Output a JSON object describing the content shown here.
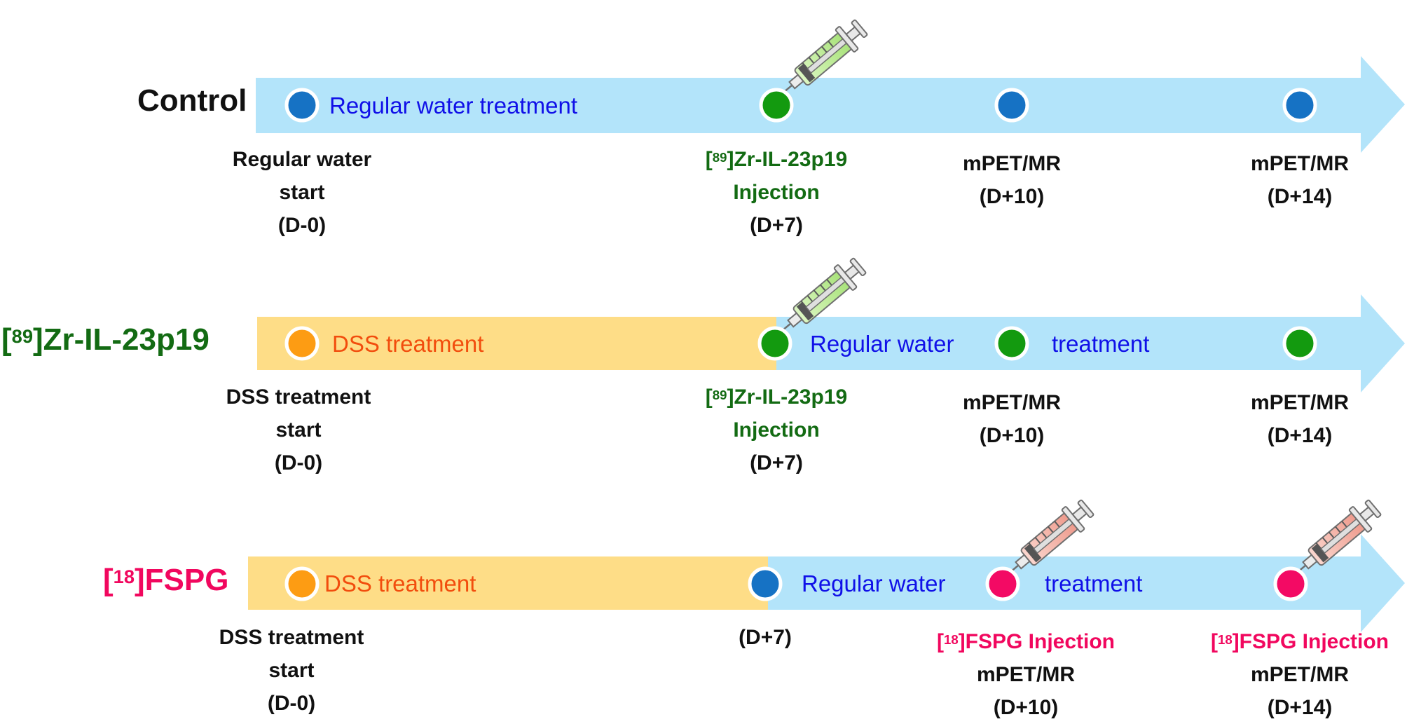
{
  "colors": {
    "water_bar": "#b3e4fa",
    "dss_bar": "#fedd87",
    "blue_dot": "#1672c4",
    "green_dot": "#139a0f",
    "orange_dot": "#fd9c13",
    "pink_dot": "#f30a64",
    "water_text": "#1010e8",
    "dss_text": "#f24d0d",
    "green_text": "#136b13",
    "pink_text": "#f1075e",
    "black_text": "#111111"
  },
  "rows": [
    {
      "label_pre": "Control",
      "label_sup": "",
      "label_post": "",
      "bar_label": "Regular water treatment",
      "events": [
        {
          "lines": [
            "Regular water",
            "start",
            "(D-0)"
          ]
        },
        {
          "sup": "89",
          "pre": "[",
          "post": "]Zr-IL-23p19",
          "lines": [
            "Injection",
            "(D+7)"
          ]
        },
        {
          "lines": [
            "mPET/MR",
            "(D+10)"
          ]
        },
        {
          "lines": [
            "mPET/MR",
            "(D+14)"
          ]
        }
      ]
    },
    {
      "label_pre": "[",
      "label_sup": "89",
      "label_post": "]Zr-IL-23p19",
      "dss_label": "DSS treatment",
      "water_label_1": "Regular water",
      "water_label_2": "treatment",
      "events": [
        {
          "lines": [
            "DSS treatment",
            "start",
            "(D-0)"
          ]
        },
        {
          "sup": "89",
          "pre": "[",
          "post": "]Zr-IL-23p19",
          "lines": [
            "Injection",
            "(D+7)"
          ]
        },
        {
          "lines": [
            "mPET/MR",
            "(D+10)"
          ]
        },
        {
          "lines": [
            "mPET/MR",
            "(D+14)"
          ]
        }
      ]
    },
    {
      "label_pre": "[",
      "label_sup": "18",
      "label_post": "]FSPG",
      "dss_label": "DSS treatment",
      "water_label_1": "Regular water",
      "water_label_2": "treatment",
      "events": [
        {
          "lines": [
            "DSS treatment",
            "start",
            "(D-0)"
          ]
        },
        {
          "lines": [
            "(D+7)"
          ]
        },
        {
          "sup": "18",
          "pre": "[",
          "post": "]FSPG Injection",
          "lines": [
            "mPET/MR",
            "(D+10)"
          ]
        },
        {
          "sup": "18",
          "pre": "[",
          "post": "]FSPG Injection",
          "lines": [
            "mPET/MR",
            "(D+14)"
          ]
        }
      ]
    }
  ]
}
